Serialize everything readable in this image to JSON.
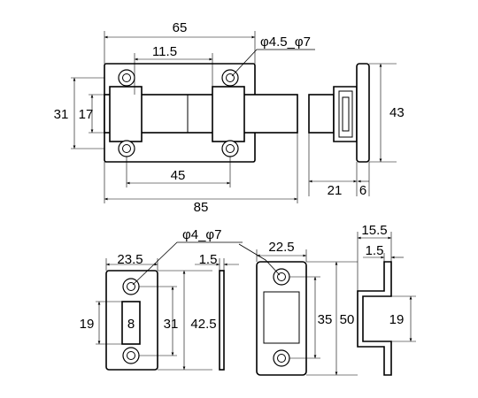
{
  "top_left_view": {
    "dim_overall_plate_width": "65",
    "dim_bolt_offset": "11.5",
    "dim_hole_spec": "φ4.5_φ7",
    "dim_plate_height": "31",
    "dim_bolt_height": "17",
    "dim_hole_spacing": "45",
    "dim_overall_length": "85"
  },
  "top_right_view": {
    "dim_height": "43",
    "dim_depth": "21",
    "dim_plate_thickness": "6"
  },
  "bottom_left_view": {
    "dim_hole_spec": "φ4_φ7",
    "dim_width": "23.5",
    "dim_thickness": "1.5",
    "dim_slot_height": "19",
    "dim_slot_width": "8",
    "dim_hole_spacing": "31",
    "dim_height": "42.5"
  },
  "bottom_middle_view": {
    "dim_width": "22.5",
    "dim_hole_spacing": "35",
    "dim_height": "50"
  },
  "bottom_right_view": {
    "dim_depth": "15.5",
    "dim_thickness": "1.5",
    "dim_opening": "19"
  }
}
